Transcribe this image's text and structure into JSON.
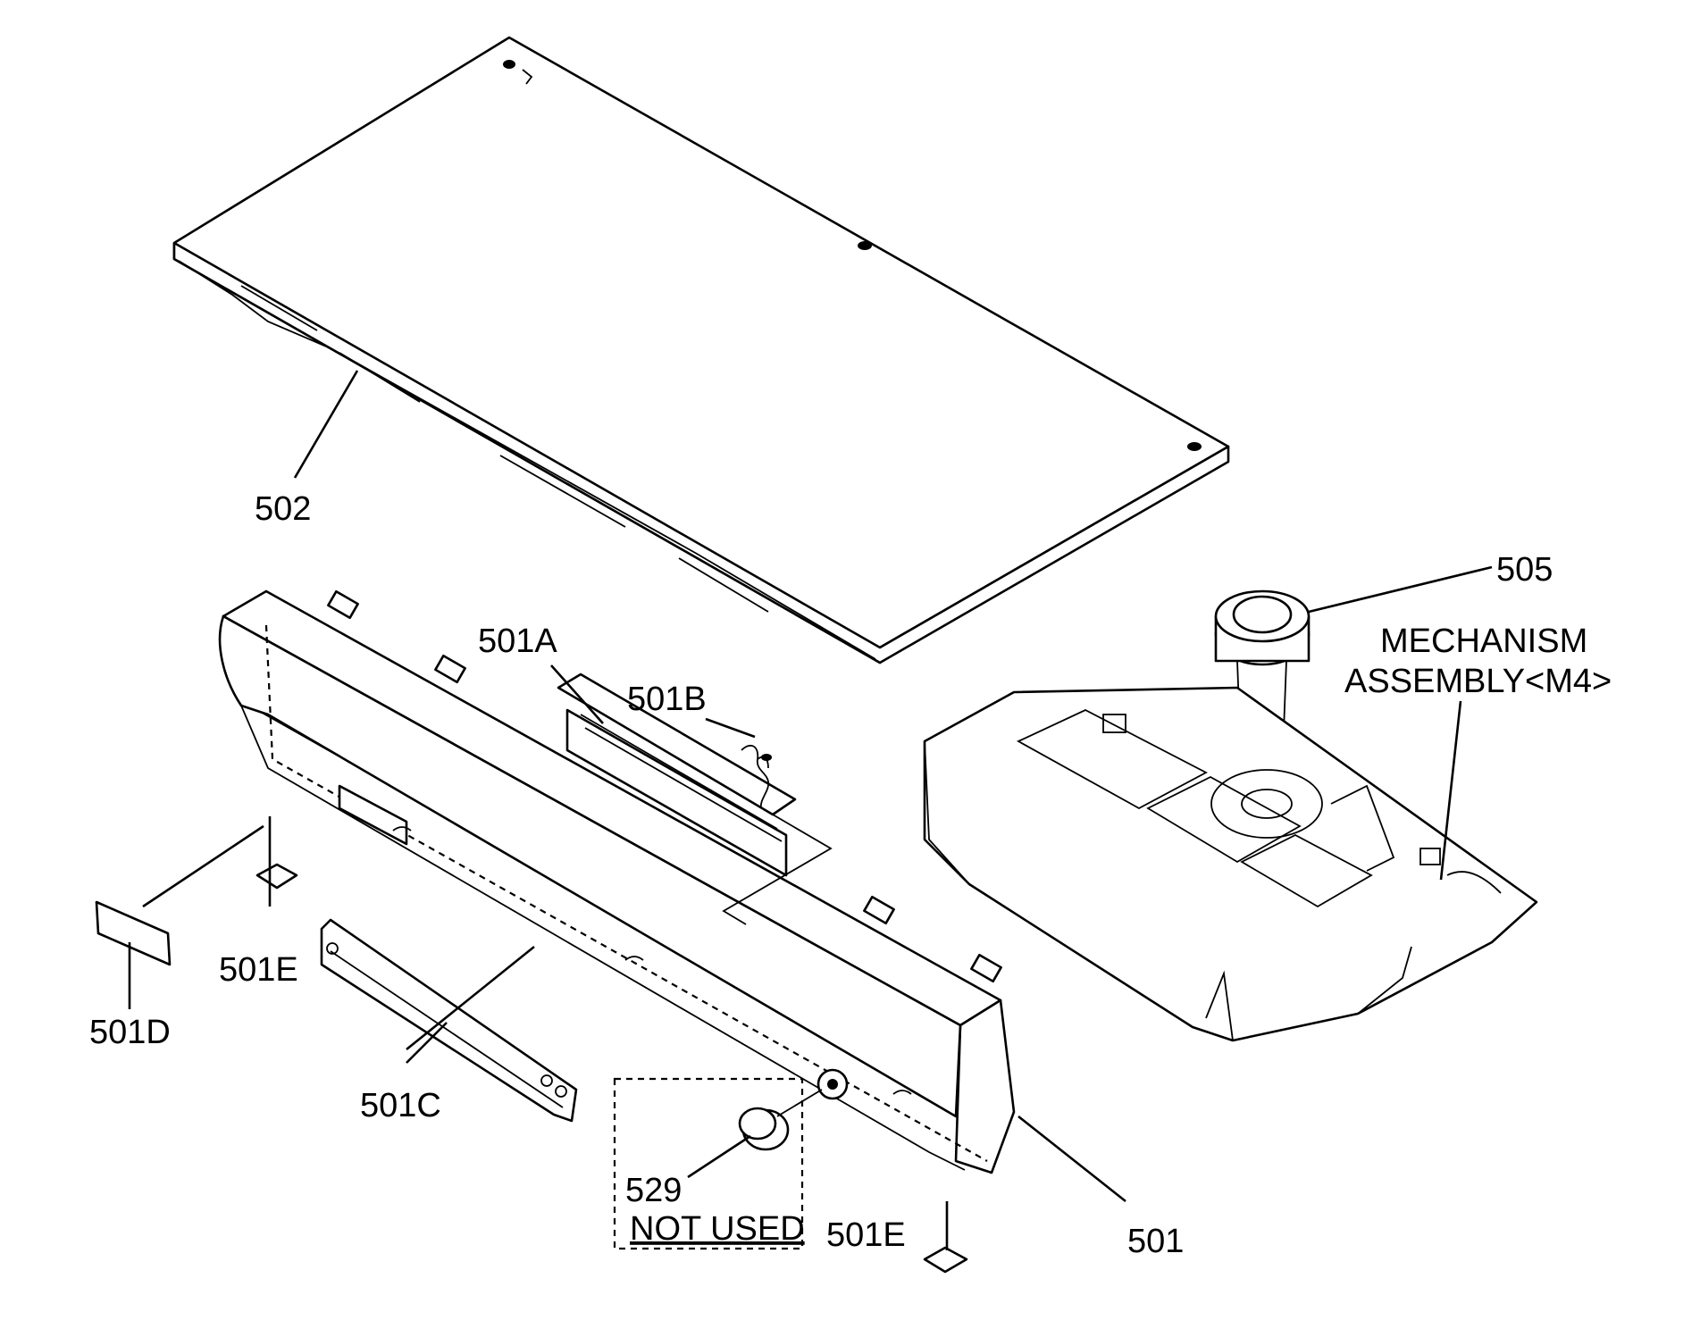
{
  "labels": {
    "top_cover": "502",
    "front_panel": "501",
    "display_window": "501A",
    "display_bracket": "501B",
    "button_panel": "501C",
    "side_badge": "501D",
    "foot_left": "501E",
    "foot_right": "501E",
    "knob": "529",
    "knob_note": "NOT USED",
    "motor": "505",
    "mechanism_line1": "MECHANISM",
    "mechanism_line2": "ASSEMBLY<M4>"
  }
}
